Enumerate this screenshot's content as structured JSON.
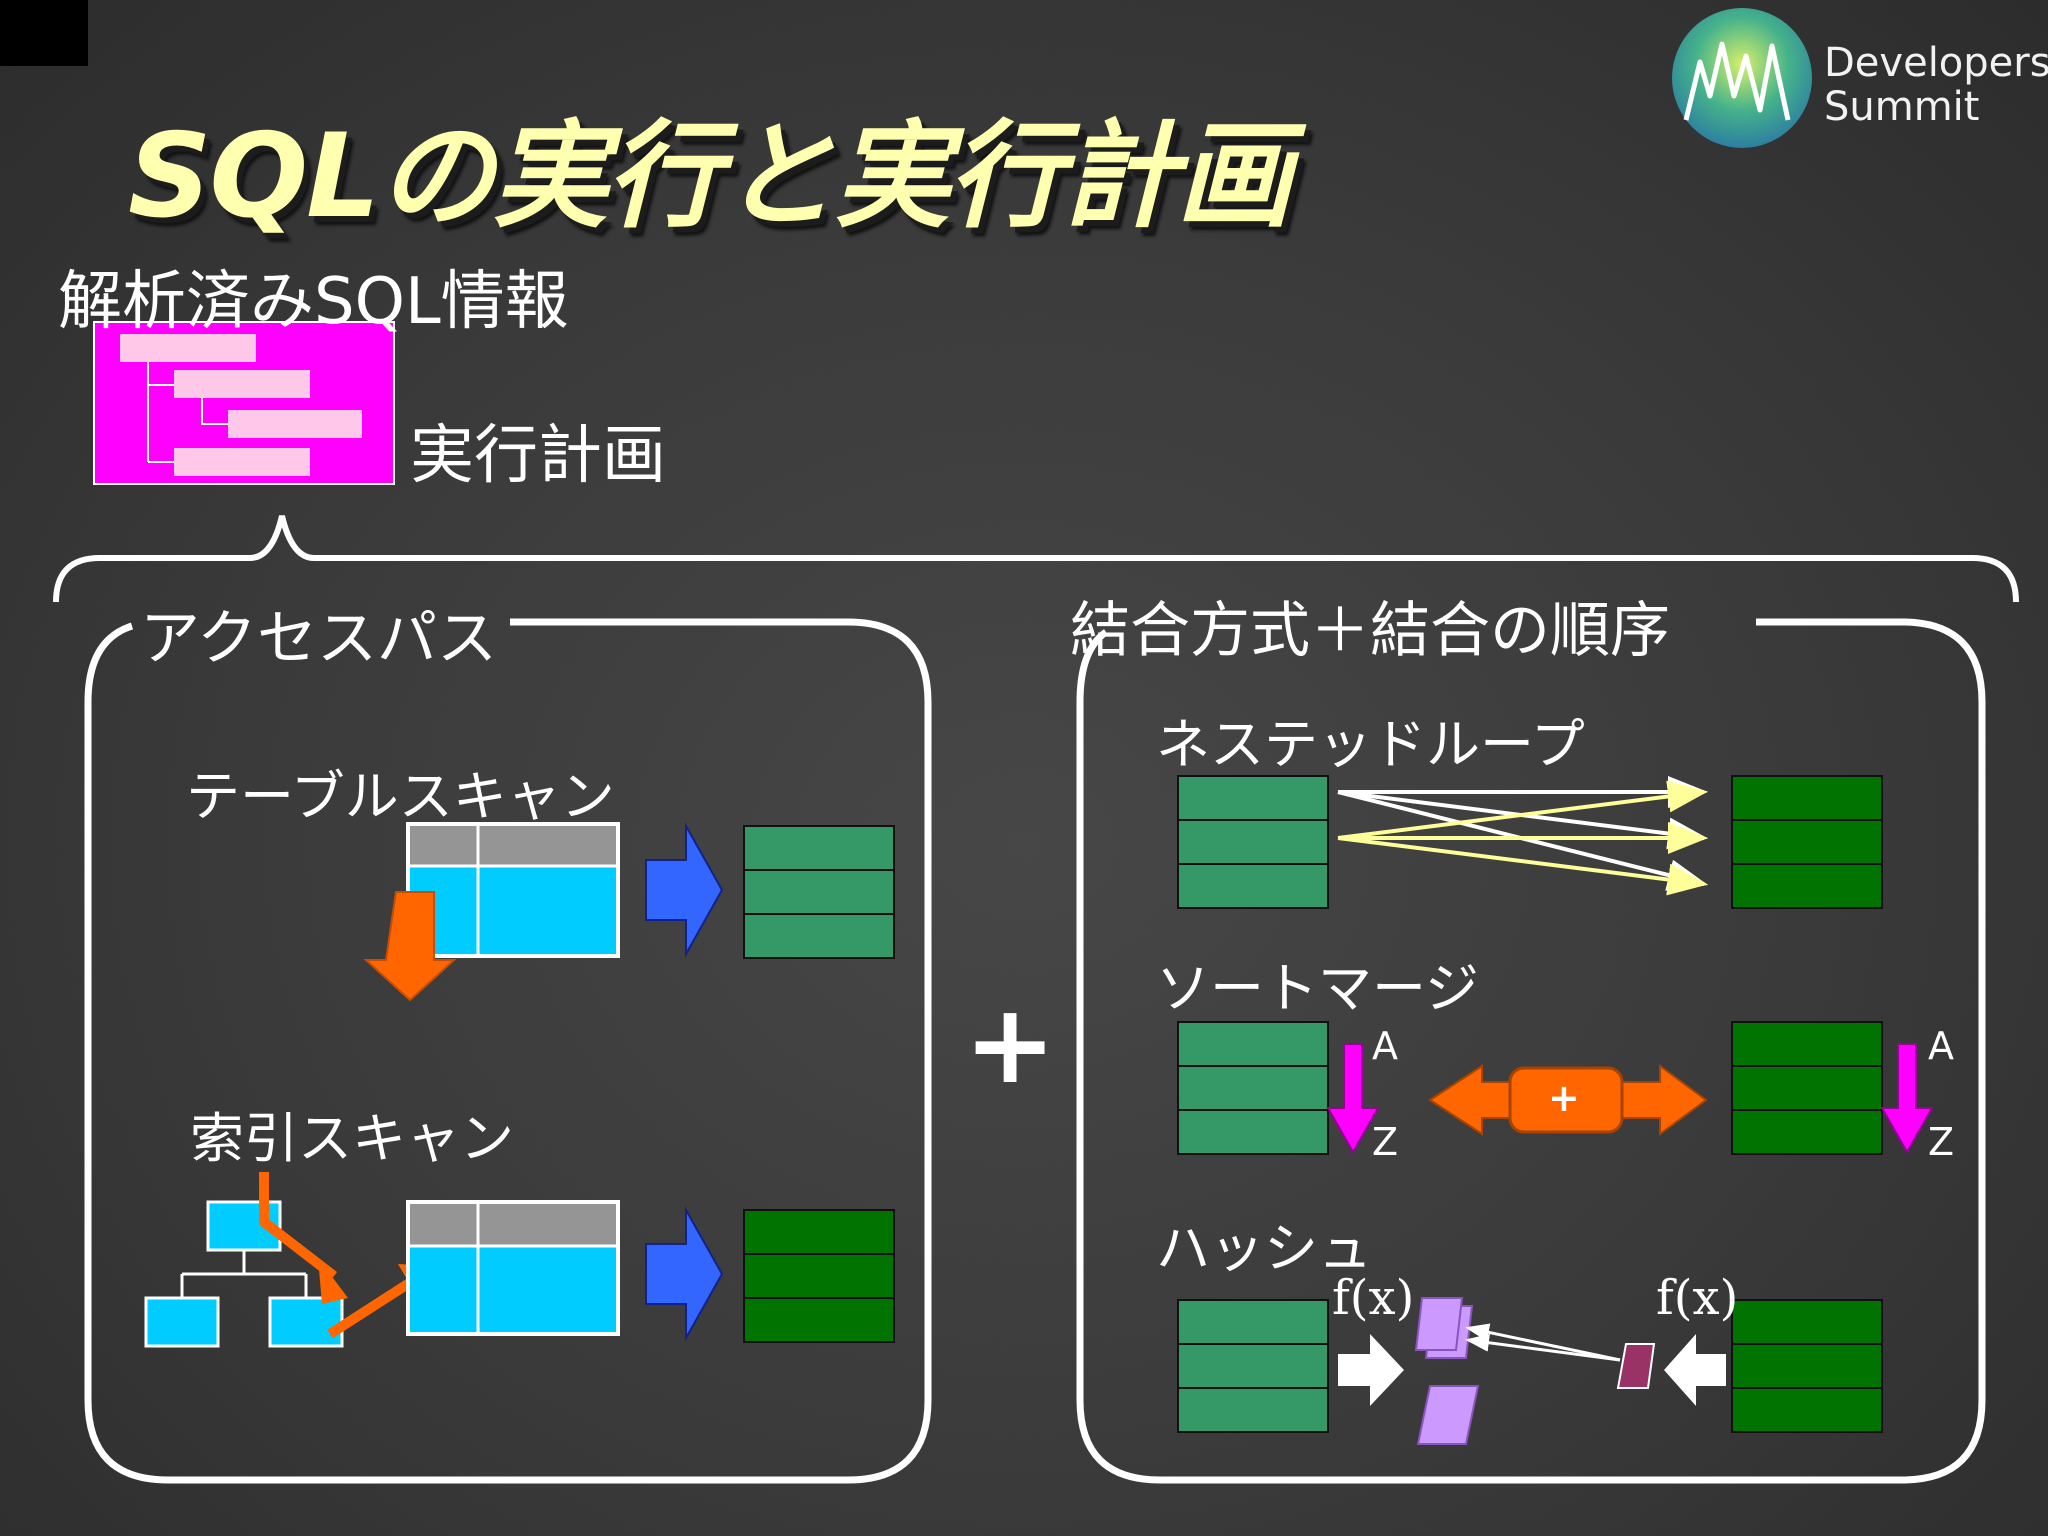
{
  "slide": {
    "title": "SQLの実行と実行計画",
    "logo": {
      "word1": "Developers",
      "word2": "Summit",
      "icon": "developers-summit-logo-icon"
    },
    "parsed_sql_label": "解析済みSQL情報",
    "plan_label": "実行計画",
    "plus_sign": "+"
  },
  "access_path": {
    "heading": "アクセスパス",
    "full_scan_label": "テーブルスキャン",
    "index_scan_label": "索引スキャン"
  },
  "join": {
    "heading": "結合方式＋結合の順序",
    "nested_loop_label": "ネステッドループ",
    "sort_merge_label": "ソートマージ",
    "sort_order": {
      "from": "A",
      "to": "Z"
    },
    "merge_symbol": "+",
    "hash_label": "ハッシュ",
    "hash_function": "f(x)"
  },
  "colors": {
    "background": "#3a3a3a",
    "title": "#ffffb0",
    "plan_box": "#ff00ff",
    "plan_bars": "#ffc8e8",
    "table_header": "#959595",
    "table_body": "#00ccff",
    "result_rows_light": "#349966",
    "result_rows_dark": "#007300",
    "flow_arrow_blue": "#3366ff",
    "scan_arrow_orange": "#ff6600",
    "sort_arrow_magenta": "#ff00ff",
    "hash_bucket": "#cc99ff",
    "hash_probe": "#993366",
    "nested_loop_line_white": "#ffffff",
    "nested_loop_line_yellow": "#ffff99"
  }
}
